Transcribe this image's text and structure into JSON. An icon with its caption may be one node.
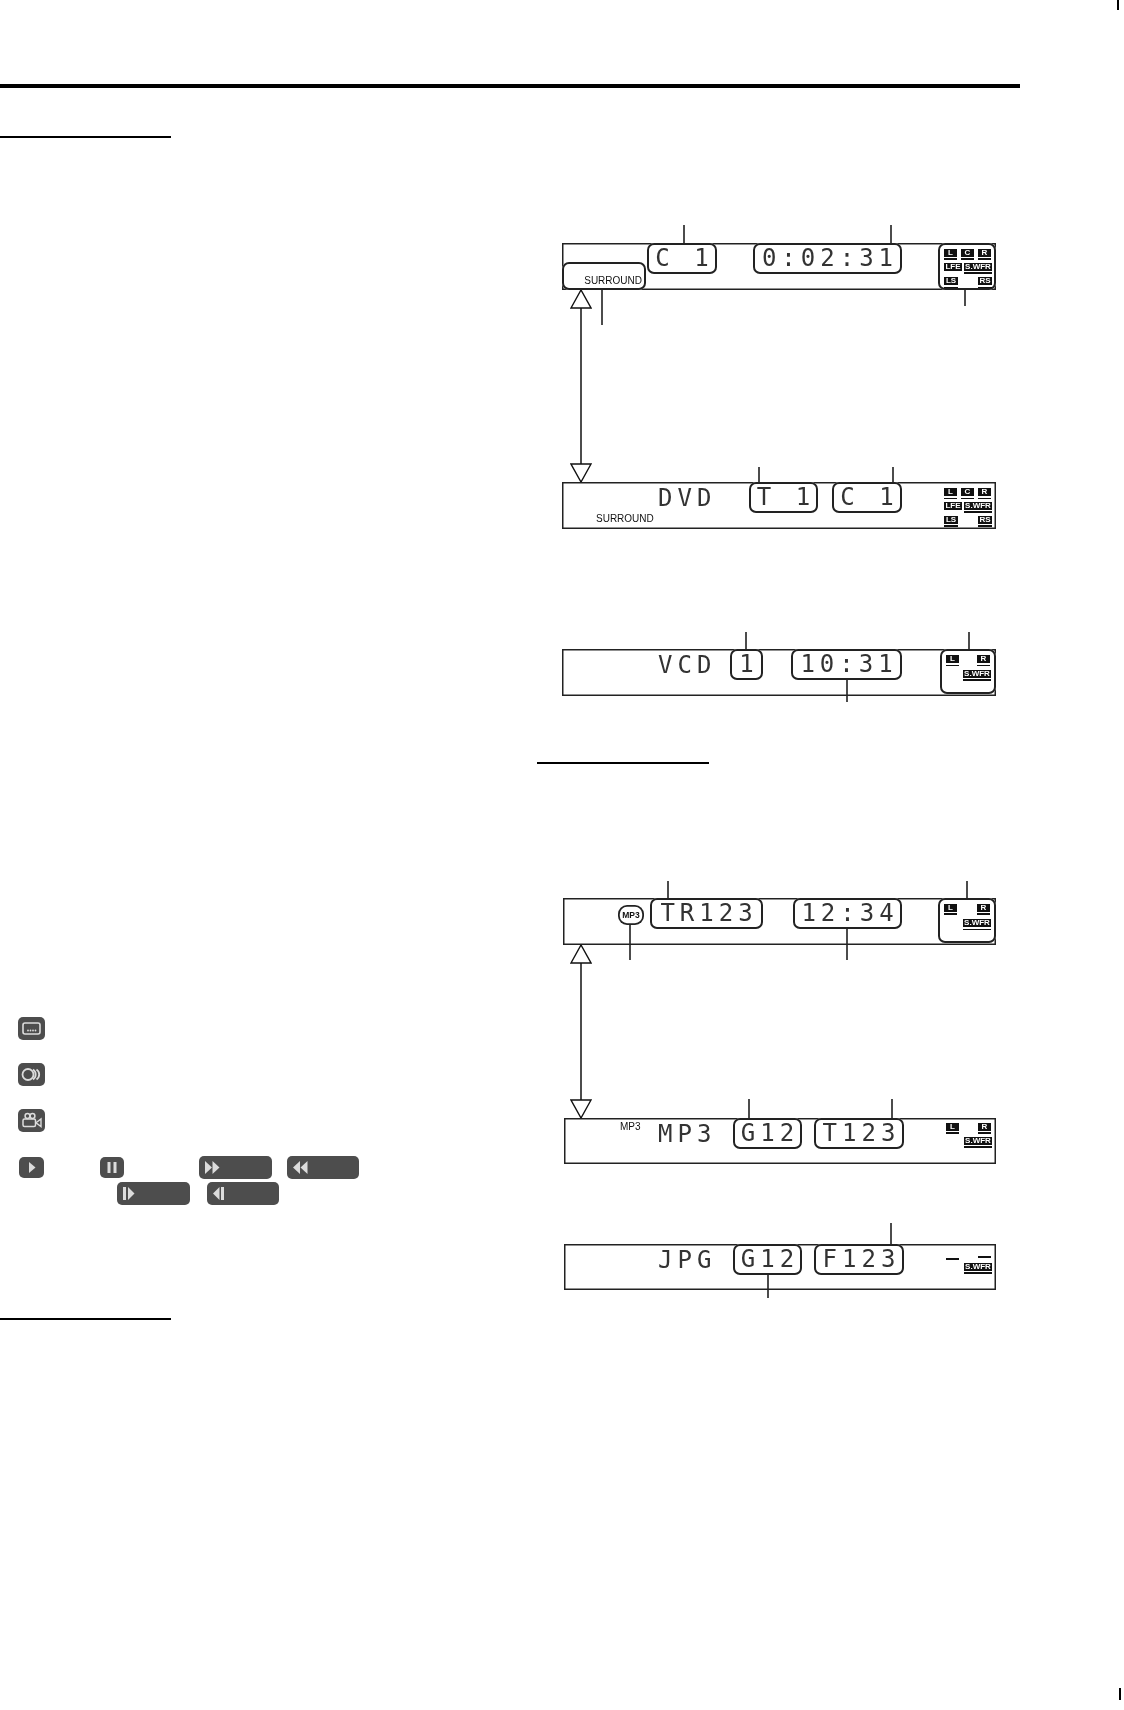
{
  "diagram": {
    "nodes": [
      {
        "text": [],
        "shape": "box"
      },
      {
        "text": [
          "SURROUND"
        ],
        "in": 0
      },
      {
        "text": [
          "C 1"
        ],
        "in": 0
      },
      {
        "text": [
          "0:02:31"
        ],
        "in": 0
      },
      {
        "text": [],
        "shape": "box",
        "in": 0
      },
      {
        "text": [
          "L"
        ],
        "in": 4
      },
      {
        "text": [
          "C"
        ],
        "in": 4
      },
      {
        "text": [
          "R"
        ],
        "in": 4
      },
      {
        "text": [
          "LFE"
        ],
        "in": 4
      },
      {
        "text": [
          "S.WFR"
        ],
        "in": 4
      },
      {
        "text": [
          "LS"
        ],
        "in": 4
      },
      {
        "text": [
          "RS"
        ],
        "in": 4
      },
      {
        "text": [
          "DVD",
          "SURROUND"
        ]
      },
      {
        "text": [
          "T 1"
        ],
        "in": 12
      },
      {
        "text": [
          "C 1"
        ],
        "in": 12
      },
      {
        "text": [
          "L"
        ],
        "in": 12
      },
      {
        "text": [
          "C"
        ],
        "in": 12
      },
      {
        "text": [
          "R"
        ],
        "in": 12
      },
      {
        "text": [
          "LFE"
        ],
        "in": 12
      },
      {
        "text": [
          "S.WFR"
        ],
        "in": 12
      },
      {
        "text": [
          "LS"
        ],
        "in": 12
      },
      {
        "text": [
          "RS"
        ],
        "in": 12
      },
      {
        "text": [
          "VCD"
        ]
      },
      {
        "text": [
          "1"
        ],
        "in": 22
      },
      {
        "text": [
          "10:31"
        ],
        "in": 22
      },
      {
        "text": [],
        "shape": "box",
        "in": 22
      },
      {
        "text": [
          "L"
        ],
        "in": 25
      },
      {
        "text": [
          "R"
        ],
        "in": 25
      },
      {
        "text": [
          "S.WFR"
        ],
        "in": 25
      },
      {
        "text": [],
        "shape": "box"
      },
      {
        "text": [
          "MP3"
        ],
        "in": 29
      },
      {
        "text": [
          "TR123"
        ],
        "in": 29
      },
      {
        "text": [
          "12:34"
        ],
        "in": 29
      },
      {
        "text": [],
        "shape": "box",
        "in": 29
      },
      {
        "text": [
          "L"
        ],
        "in": 33
      },
      {
        "text": [
          "R"
        ],
        "in": 33
      },
      {
        "text": [
          "S.WFR"
        ],
        "in": 33
      },
      {
        "text": [
          "MP3",
          "MP3"
        ]
      },
      {
        "text": [
          "G12"
        ],
        "in": 37
      },
      {
        "text": [
          "T123"
        ],
        "in": 37
      },
      {
        "text": [
          "L"
        ],
        "in": 37
      },
      {
        "text": [
          "R"
        ],
        "in": 37
      },
      {
        "text": [
          "S.WFR"
        ],
        "in": 37
      },
      {
        "text": [
          "JPG"
        ]
      },
      {
        "text": [
          "G12"
        ],
        "in": 43
      },
      {
        "text": [
          "F123"
        ],
        "in": 43
      },
      {
        "text": [
          "S.WFR"
        ],
        "in": 43
      }
    ],
    "edges": [
      {
        "from": 2,
        "to": null,
        "arrow": "none"
      },
      {
        "from": 3,
        "to": null,
        "arrow": "none"
      },
      {
        "from": 1,
        "to": null,
        "arrow": "none"
      },
      {
        "from": 4,
        "to": null,
        "arrow": "none"
      },
      {
        "from": 0,
        "to": 12,
        "arrow": "both"
      },
      {
        "from": 13,
        "to": null,
        "arrow": "none"
      },
      {
        "from": 14,
        "to": null,
        "arrow": "none"
      },
      {
        "from": 23,
        "to": null,
        "arrow": "none"
      },
      {
        "from": 25,
        "to": null,
        "arrow": "none"
      },
      {
        "from": 24,
        "to": null,
        "arrow": "none"
      },
      {
        "from": 31,
        "to": null,
        "arrow": "none"
      },
      {
        "from": 33,
        "to": null,
        "arrow": "none"
      },
      {
        "from": 30,
        "to": null,
        "arrow": "none"
      },
      {
        "from": 32,
        "to": null,
        "arrow": "none"
      },
      {
        "from": 29,
        "to": 37,
        "arrow": "both"
      },
      {
        "from": 38,
        "to": null,
        "arrow": "none"
      },
      {
        "from": 39,
        "to": null,
        "arrow": "none"
      },
      {
        "from": 45,
        "to": null,
        "arrow": "none"
      },
      {
        "from": 44,
        "to": null,
        "arrow": "none"
      }
    ]
  }
}
